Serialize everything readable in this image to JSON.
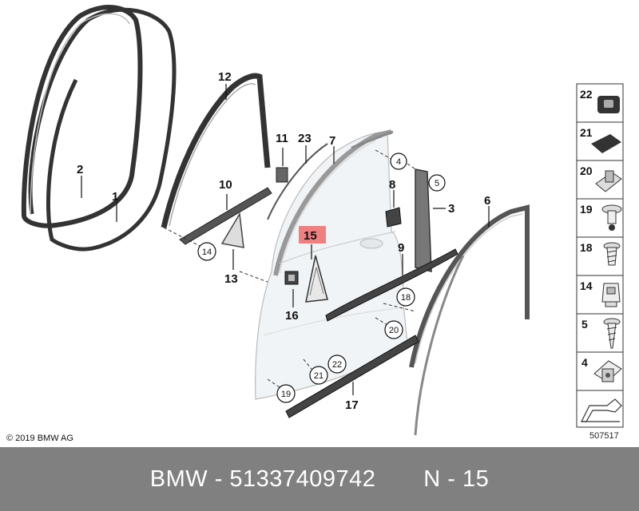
{
  "diagram": {
    "callouts": {
      "c1": "1",
      "c2": "2",
      "c3": "3",
      "c6": "6",
      "c7": "7",
      "c8": "8",
      "c9": "9",
      "c10": "10",
      "c11": "11",
      "c12": "12",
      "c13": "13",
      "c15": "15",
      "c16": "16",
      "c17": "17",
      "c23": "23"
    },
    "circled": {
      "c4": "4",
      "c5": "5",
      "c14": "14",
      "c18": "18",
      "c19": "19",
      "c20": "20",
      "c21": "21",
      "c22": "22"
    },
    "highlighted_part": "15",
    "highlight_color": "#f08080"
  },
  "sidebar": {
    "items": [
      {
        "number": "22",
        "icon": "grommet-icon"
      },
      {
        "number": "21",
        "icon": "pad-icon"
      },
      {
        "number": "20",
        "icon": "clip-nut-icon"
      },
      {
        "number": "19",
        "icon": "expanding-rivet-icon"
      },
      {
        "number": "18",
        "icon": "screw-icon"
      },
      {
        "number": "14",
        "icon": "clip-icon"
      },
      {
        "number": "5",
        "icon": "self-tapping-screw-icon"
      },
      {
        "number": "4",
        "icon": "spring-nut-icon"
      },
      {
        "number": "",
        "icon": "arrow-icon"
      }
    ]
  },
  "copyright": "© 2019 BMW AG",
  "diagram_id": "507517",
  "footer": {
    "brand": "BMW",
    "part_number": "51337409742",
    "position": "N - 15"
  }
}
